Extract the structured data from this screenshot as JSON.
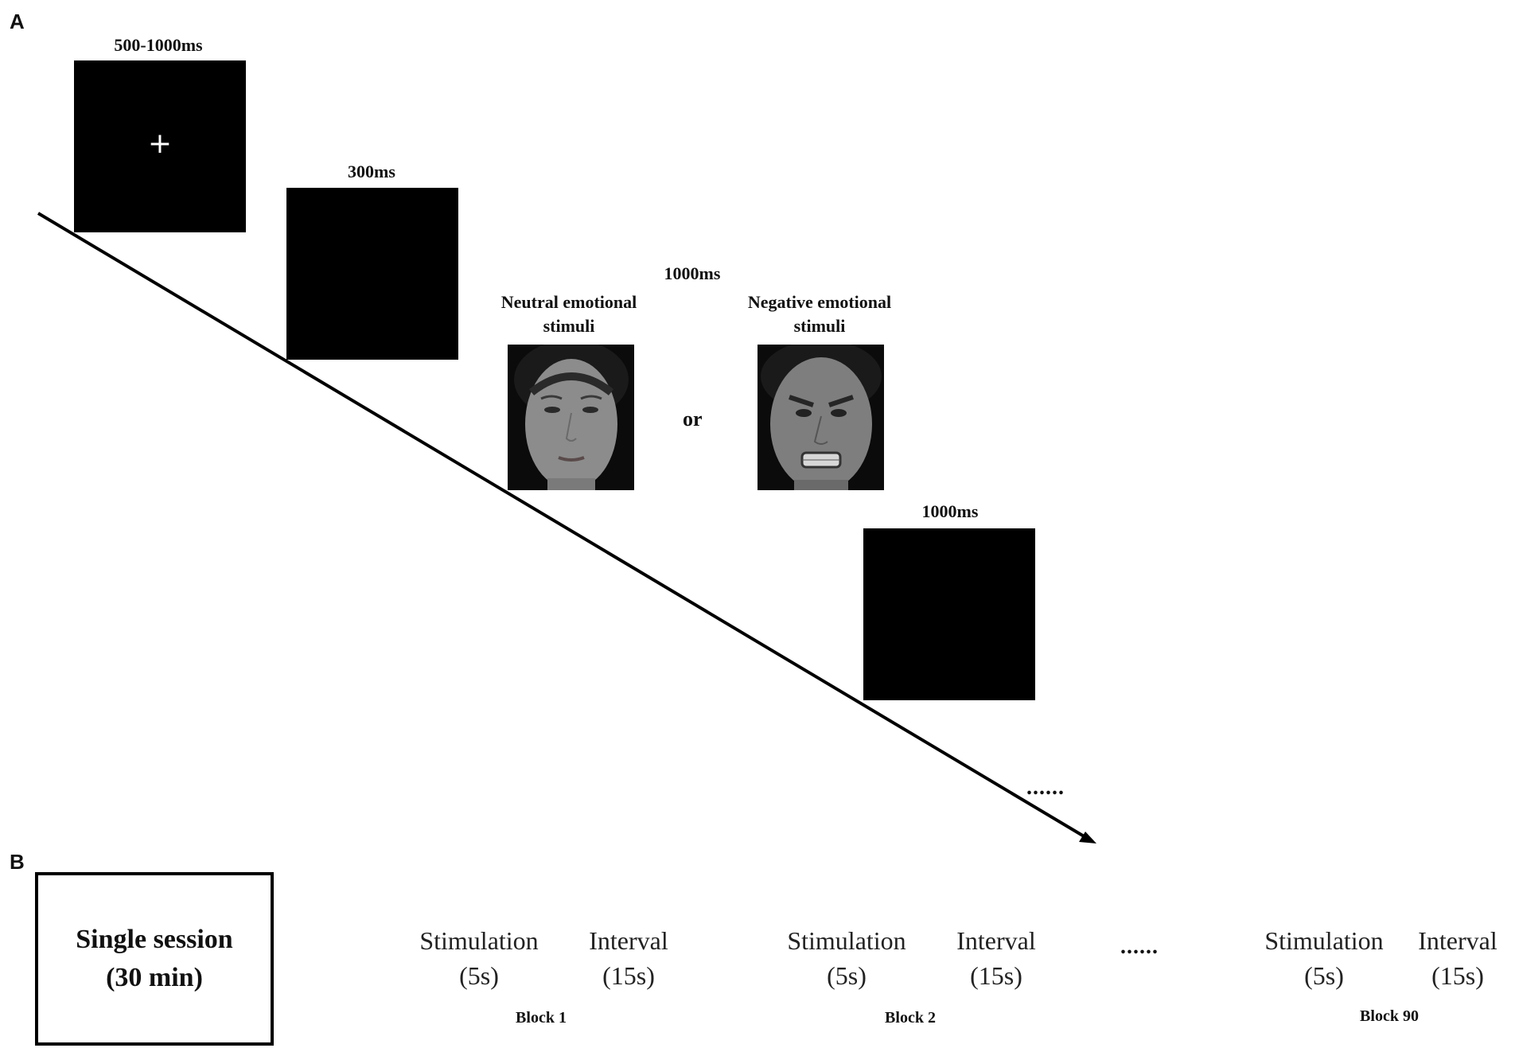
{
  "panel_a": {
    "label": "A",
    "fixation": {
      "duration": "500-1000ms",
      "symbol": "+"
    },
    "blank1": {
      "duration": "300ms"
    },
    "stimulus": {
      "duration": "1000ms",
      "neutral_label": "Neutral emotional stimuli",
      "negative_label": "Negative emotional stimuli",
      "or_text": "or"
    },
    "blank2": {
      "duration": "1000ms"
    },
    "continuation": "......"
  },
  "panel_b": {
    "label": "B",
    "session": {
      "line1": "Single session",
      "line2": "(30 min)"
    },
    "blocks": [
      {
        "stim_label": "Stimulation",
        "stim_dur": "(5s)",
        "int_label": "Interval",
        "int_dur": "(15s)",
        "name": "Block 1"
      },
      {
        "stim_label": "Stimulation",
        "stim_dur": "(5s)",
        "int_label": "Interval",
        "int_dur": "(15s)",
        "name": "Block 2"
      },
      {
        "stim_label": "Stimulation",
        "stim_dur": "(5s)",
        "int_label": "Interval",
        "int_dur": "(15s)",
        "name": "Block 90"
      }
    ],
    "ellipsis": "......"
  }
}
